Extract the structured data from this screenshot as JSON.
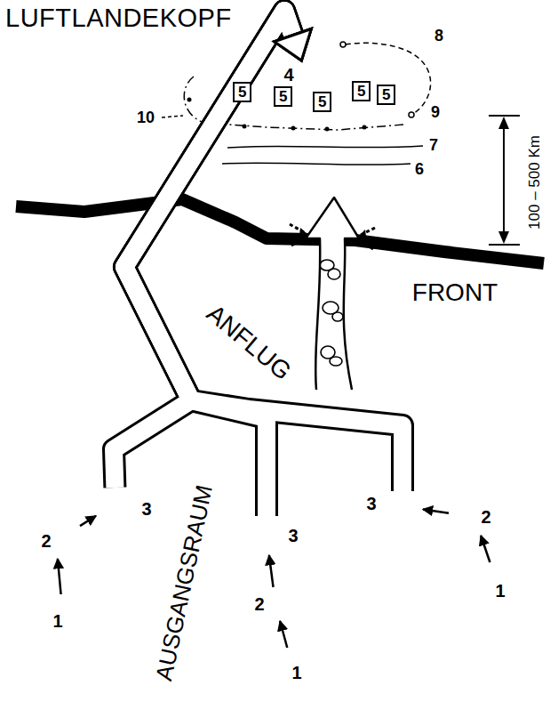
{
  "diagram": {
    "title": "LUFTLANDEKOPF",
    "nodes": [
      {
        "text": [
          "4"
        ]
      },
      {
        "text": [
          "5"
        ],
        "in": 0
      },
      {
        "text": [
          "5"
        ],
        "in": 0
      },
      {
        "text": [
          "5"
        ],
        "in": 0
      },
      {
        "text": [
          "5"
        ],
        "in": 0
      },
      {
        "text": [
          "5"
        ],
        "in": 0
      },
      {
        "text": [
          "AUSGANGSRAUM"
        ]
      },
      {
        "text": [
          "3"
        ],
        "in": 6
      },
      {
        "text": [
          "3"
        ],
        "in": 6
      },
      {
        "text": [
          "3"
        ],
        "in": 6
      },
      {
        "text": [
          "2"
        ],
        "in": 6
      },
      {
        "text": [
          "2"
        ],
        "in": 6
      },
      {
        "text": [
          "2"
        ],
        "in": 6
      },
      {
        "text": [
          "1"
        ],
        "in": 6
      },
      {
        "text": [
          "1"
        ],
        "in": 6
      },
      {
        "text": [
          "1"
        ],
        "in": 6
      }
    ],
    "edges": [
      {
        "from": 13,
        "to": 10,
        "arrow": "to"
      },
      {
        "from": 10,
        "to": 7,
        "arrow": "to"
      },
      {
        "from": 14,
        "to": 11,
        "arrow": "to"
      },
      {
        "from": 11,
        "to": 8,
        "arrow": "to"
      },
      {
        "from": 15,
        "to": 12,
        "arrow": "to"
      },
      {
        "from": 12,
        "to": 9,
        "arrow": "to"
      },
      {
        "from": 7,
        "to": 0,
        "arrow": "to"
      },
      {
        "from": 8,
        "to": 0,
        "arrow": "to"
      },
      {
        "from": 9,
        "to": 0,
        "arrow": "to"
      }
    ],
    "labels": [
      "FRONT",
      "ANFLUG",
      "100 – 500 Km",
      "6",
      "7",
      "8",
      "9",
      "10"
    ]
  }
}
